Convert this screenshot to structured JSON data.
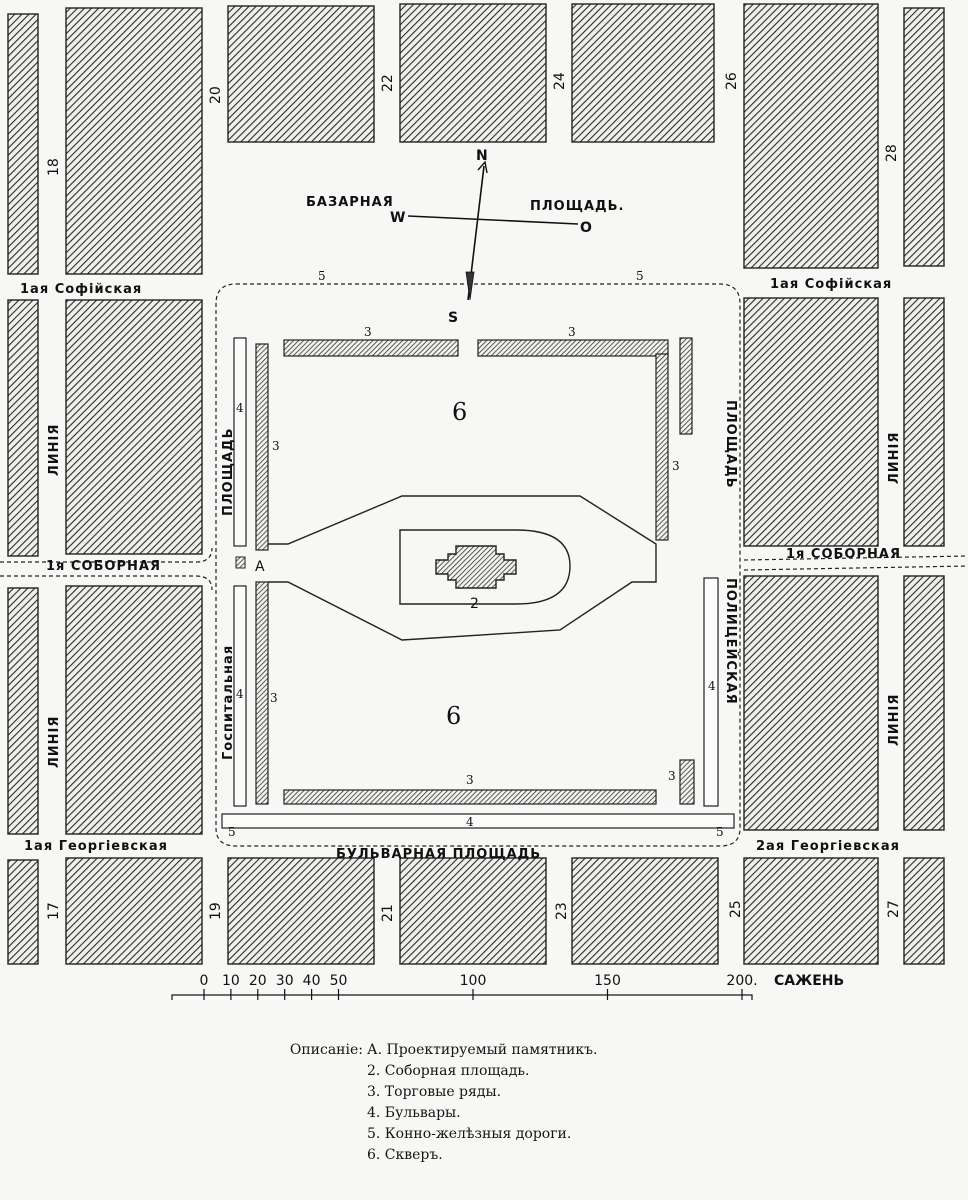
{
  "compass": {
    "north": "N",
    "south": "S",
    "west": "W",
    "east": "O"
  },
  "places": {
    "bazaar_square": [
      "БАЗАРНАЯ",
      "ПЛОЩАДЬ."
    ],
    "boulevard_square": "БУЛЬВАРНАЯ ПЛОЩАДЬ",
    "west_square": "ПЛОЩАДЬ",
    "east_square": "ПЛОЩАДЬ"
  },
  "streets": {
    "sofia_1_left": "1ая Софійская",
    "sofia_1_right": "1ая Софійская",
    "sobornaya_1_left": "1я СОБОРНАЯ",
    "sobornaya_1_right": "1я СОБОРНАЯ",
    "georgievskaya_1": "1ая Георгіевская",
    "georgievskaya_2": "2ая Георгіевская",
    "liniya_1": "ЛИНІЯ",
    "liniya_2": "ЛИНІЯ",
    "liniya_3": "ЛИНІЯ",
    "liniya_4": "ЛИНІЯ",
    "gospitalnaya": "Госпитальная",
    "politseiskaya": "ПОЛИЦЕЙСКАЯ"
  },
  "line_numbers": {
    "top": [
      "20",
      "22",
      "24",
      "26"
    ],
    "right_top": "28",
    "left_top": "18",
    "bottom": [
      "19",
      "21",
      "23",
      "25"
    ],
    "left_bottom": "17",
    "right_bottom": "27"
  },
  "markers": {
    "monument": "A",
    "cathedral_square": "2",
    "trade_rows": "3",
    "boulevards": "4",
    "tramways": "5",
    "square_garden": "6"
  },
  "scale": {
    "ticks": [
      "0",
      "10",
      "20",
      "30",
      "40",
      "50",
      "100",
      "150",
      "200."
    ],
    "unit": "САЖЕНЬ",
    "tick_values": [
      0,
      10,
      20,
      30,
      40,
      50,
      100,
      150,
      200
    ]
  },
  "legend": {
    "title": "Описаніе:",
    "items": [
      "А. Проектируемый памятникъ.",
      "2. Соборная площадь.",
      "3. Торговые ряды.",
      "4. Бульвары.",
      "5. Конно-желѣзныя дороги.",
      "6. Скверъ."
    ]
  },
  "colors": {
    "ink": "#151515",
    "paper": "#f7f7f5",
    "hatch": "#2b2b2b"
  }
}
